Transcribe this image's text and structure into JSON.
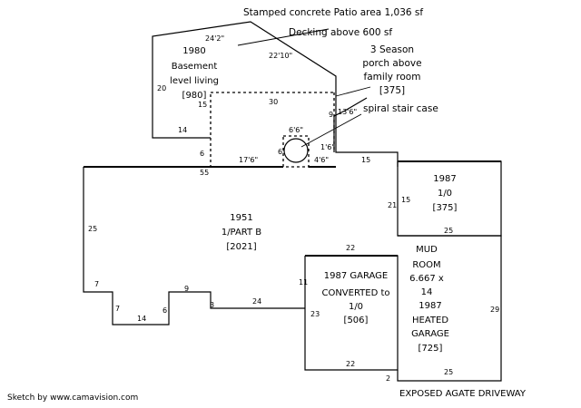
{
  "annotations": {
    "patio": "Stamped concrete Patio area 1,036 sf",
    "decking": "Decking above 600 sf",
    "porch": [
      "3 Season",
      "porch above",
      "family room",
      "[375]"
    ],
    "stair": "spiral stair case"
  },
  "areas": {
    "basement": [
      "1980",
      "Basement",
      "level living",
      "[980]"
    ],
    "main": [
      "1951",
      "1/PART B",
      "[2021]"
    ],
    "addition": [
      "1987",
      "1/0",
      "[375]"
    ],
    "garage_converted": [
      "1987 GARAGE",
      "CONVERTED to",
      "1/0",
      "[506]"
    ],
    "mud_room": [
      "MUD",
      "ROOM",
      "6.667 x",
      "14",
      "1987",
      "HEATED",
      "GARAGE",
      "[725]"
    ]
  },
  "dimensions": {
    "d_24_2": "24'2\"",
    "d_22_10": "22'10\"",
    "d_20": "20",
    "d_15_basement": "15",
    "d_14_basement": "14",
    "d_6_basement": "6",
    "d_30": "30",
    "d_9": "9",
    "d_13_6": "13'6\"",
    "d_6_6": "6'6\"",
    "d_6_stair": "6",
    "d_1_6": "1'6\"",
    "d_4_6": "4'6\"",
    "d_55": "55",
    "d_17_6": "17'6\"",
    "d_15_top": "15",
    "d_25_left": "25",
    "d_21": "21",
    "d_15_add": "15",
    "d_25_add": "25",
    "d_22_top": "22",
    "d_7_a": "7",
    "d_7_b": "7",
    "d_14_bottom": "14",
    "d_6_bottom": "6",
    "d_9_bottom": "9",
    "d_3": "3",
    "d_24": "24",
    "d_11": "11",
    "d_23": "23",
    "d_22_bottom": "22",
    "d_2": "2",
    "d_25_bottom": "25",
    "d_29": "29"
  },
  "footer": {
    "credit": "Sketch by www.camavision.com",
    "driveway": "EXPOSED AGATE DRIVEWAY"
  }
}
